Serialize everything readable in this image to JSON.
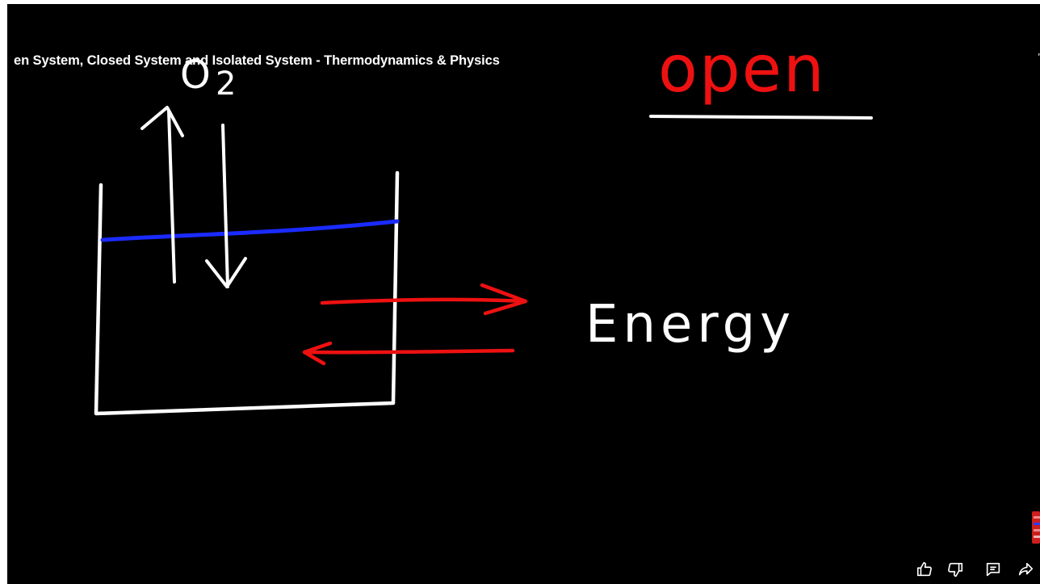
{
  "video": {
    "title": "en System, Closed System and Isolated System - Thermodynamics & Physics"
  },
  "whiteboard": {
    "heading": "open",
    "molecule": "O",
    "subscript": "2",
    "energy_label": "Energy",
    "colors": {
      "background": "#000000",
      "ink": "#ffffff",
      "heading_ink": "#ee1111",
      "energy_arrows": "#ee1111",
      "water_line": "#1a2bff"
    }
  },
  "controls": {
    "icons": [
      "thumb-up-icon",
      "thumb-down-icon",
      "comment-icon",
      "share-icon"
    ]
  }
}
